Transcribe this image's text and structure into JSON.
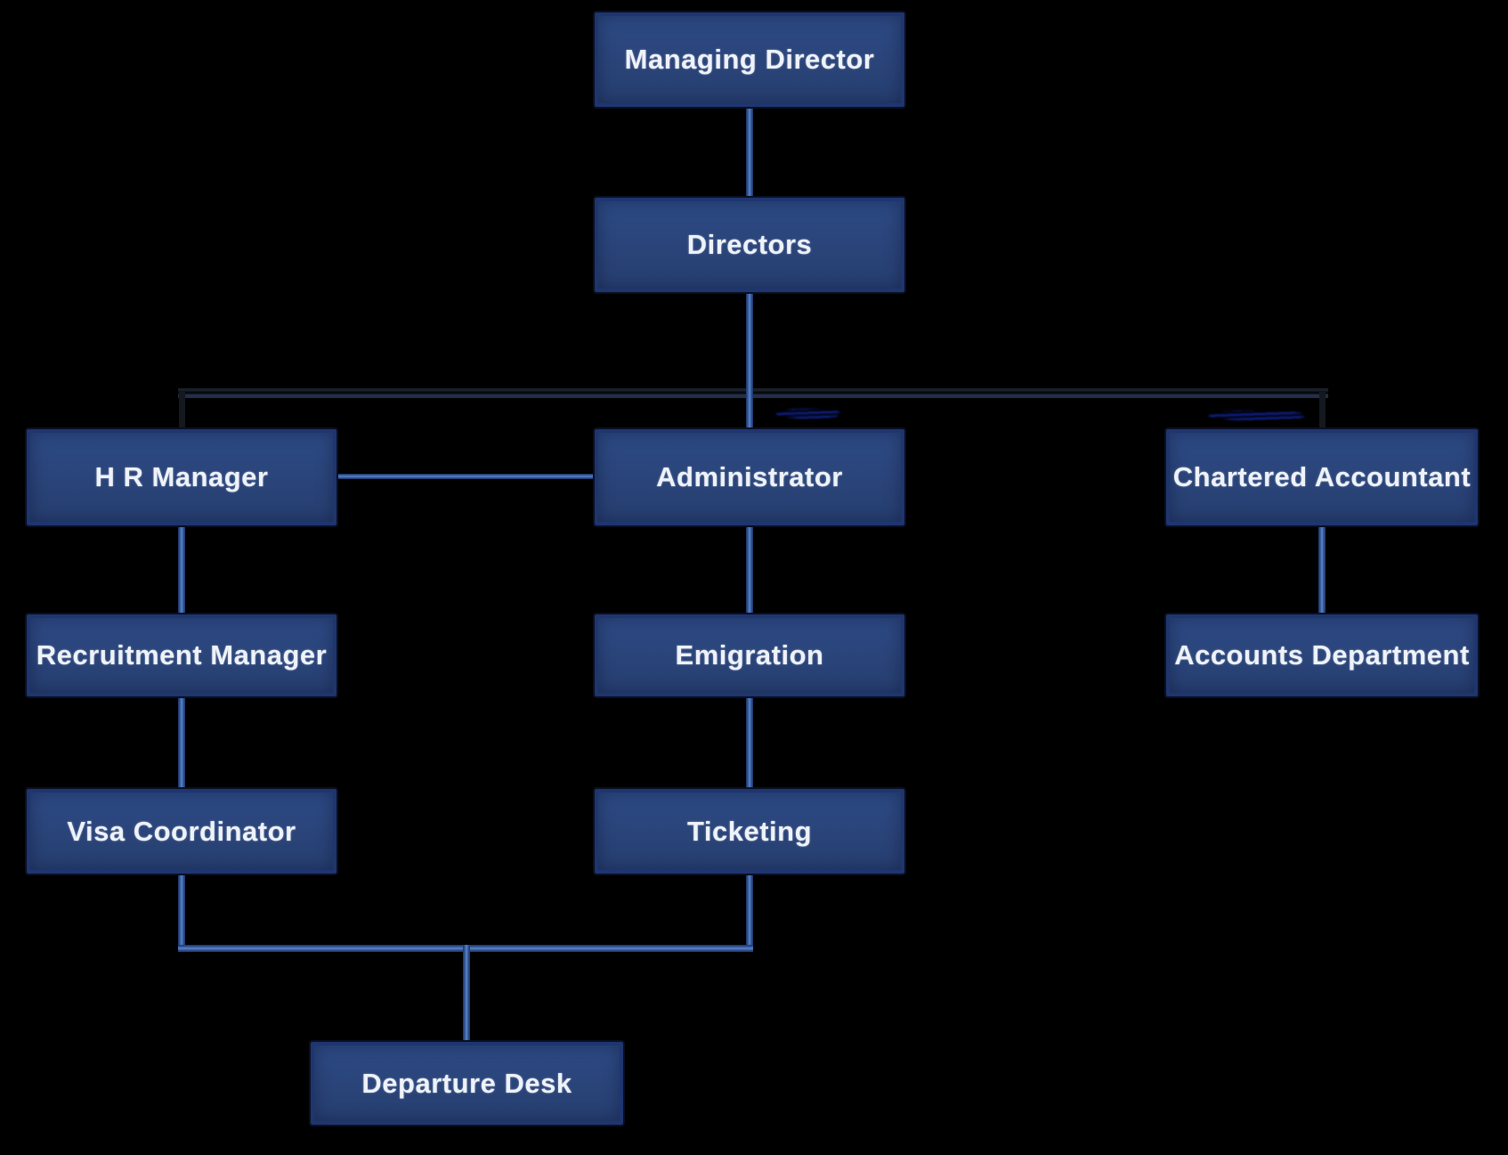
{
  "diagram": {
    "type": "org-chart",
    "background_color": "#000000",
    "box_fill_color": "#2a4479",
    "box_border_color": "#1e3570",
    "label_text_color": "#eef2f9",
    "connector_blue_color": "#3d64a8",
    "connector_dark_color": "#14181f"
  },
  "nodes": {
    "managing_director": "Managing Director",
    "directors": "Directors",
    "hr_manager": "H R Manager",
    "administrator": "Administrator",
    "chartered_accountant": "Chartered Accountant",
    "recruitment_manager": "Recruitment Manager",
    "emigration": "Emigration",
    "accounts_department": "Accounts Department",
    "visa_coordinator": "Visa Coordinator",
    "ticketing": "Ticketing",
    "departure_desk": "Departure Desk"
  },
  "edges": [
    {
      "from": "Managing Director",
      "to": "Directors"
    },
    {
      "from": "Directors",
      "to": "H R Manager"
    },
    {
      "from": "Directors",
      "to": "Administrator"
    },
    {
      "from": "Directors",
      "to": "Chartered Accountant"
    },
    {
      "from": "H R Manager",
      "to": "Administrator",
      "type": "lateral"
    },
    {
      "from": "H R Manager",
      "to": "Recruitment Manager"
    },
    {
      "from": "Recruitment Manager",
      "to": "Visa Coordinator"
    },
    {
      "from": "Administrator",
      "to": "Emigration"
    },
    {
      "from": "Emigration",
      "to": "Ticketing"
    },
    {
      "from": "Chartered Accountant",
      "to": "Accounts Department"
    },
    {
      "from": "Visa Coordinator",
      "to": "Departure Desk"
    },
    {
      "from": "Ticketing",
      "to": "Departure Desk"
    }
  ]
}
